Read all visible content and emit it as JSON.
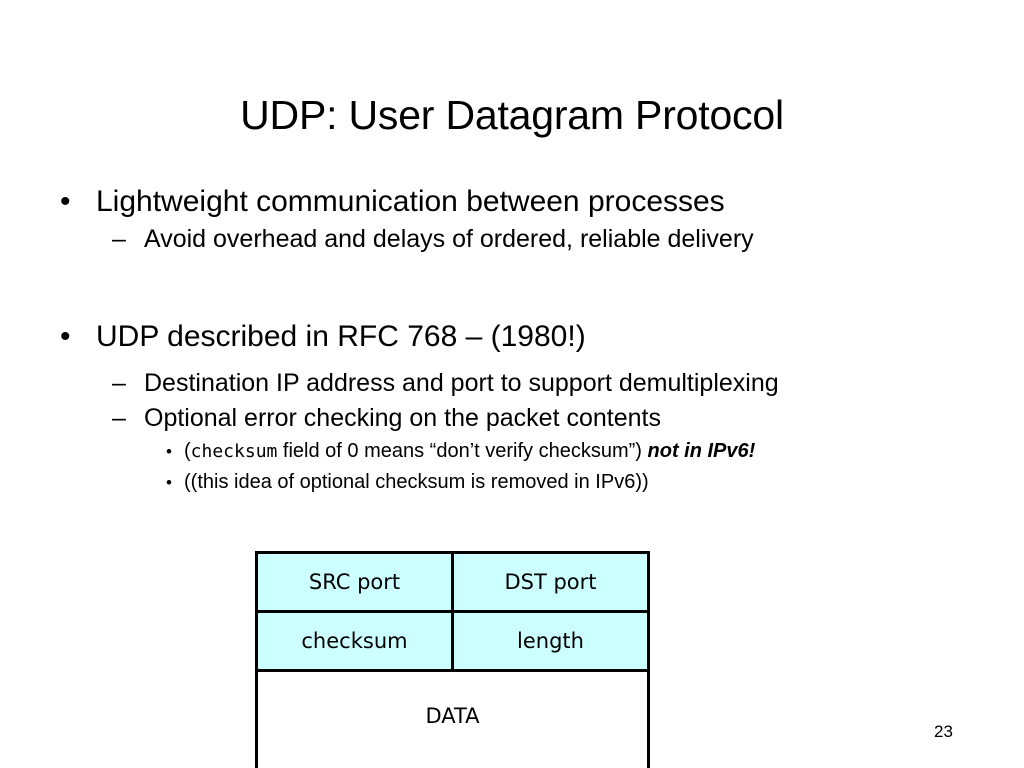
{
  "slide": {
    "title": "UDP: User Datagram Protocol",
    "page_number": "23",
    "bullets": {
      "b1": "Lightweight communication between processes",
      "b1s1": "Avoid overhead and delays of ordered, reliable delivery",
      "b2": "UDP described in RFC 768 – (1980!)",
      "b2s1": "Destination IP address and port to support demultiplexing",
      "b2s2": "Optional error checking on the packet contents",
      "b2s2a_open": "(",
      "b2s2a_mono": "checksum",
      "b2s2a_mid": " field of 0 means “don’t verify checksum”) ",
      "b2s2a_emph": "not in IPv6!",
      "b2s2b": "((this idea of optional checksum is removed in IPv6))"
    },
    "markers": {
      "level1": "•",
      "level2": "–",
      "level3": "•"
    },
    "packet": {
      "row1": [
        "SRC port",
        "DST port"
      ],
      "row2": [
        "checksum",
        "length"
      ],
      "row3": "DATA"
    },
    "colors": {
      "header_fill": "#ccffff",
      "border": "#000000",
      "text": "#000000",
      "background": "#ffffff"
    }
  }
}
